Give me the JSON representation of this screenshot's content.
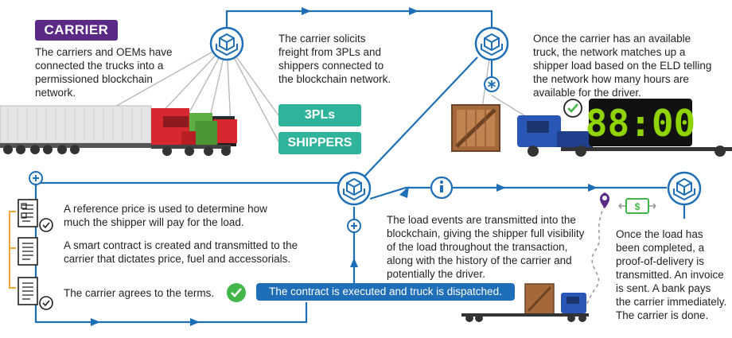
{
  "badges": {
    "carrier": "CARRIER",
    "threepls": "3PLs",
    "shippers": "SHIPPERS"
  },
  "texts": {
    "carriers_connected": "The carriers and OEMs have connected the trucks into a permissioned blockchain network.",
    "carrier_solicits": "The carrier solicits freight from 3PLs and shippers connected to the blockchain network.",
    "network_matches": "Once the carrier has an available truck, the network matches up a shipper load based on the ELD telling the network how many hours are available for the driver.",
    "reference_price": "A reference price is used to determine how much the shipper will pay for the load.",
    "smart_contract": "A smart contract is created and transmitted to the carrier that dictates price, fuel and accessorials.",
    "carrier_agrees": "The carrier agrees to the terms.",
    "contract_executed": "The contract is executed and truck is dispatched.",
    "load_events": "The load events are transmitted into the blockchain, giving the shipper full visibility of the load throughout the transaction, along with the history of the carrier and potentially the driver.",
    "completion": "Once the load has been completed, a proof-of-delivery is transmitted. An invoice is sent. A bank pays the carrier immediately. The carrier is done."
  },
  "eld_clock": "88:00",
  "money_symbol": "$",
  "colors": {
    "flow_blue": "#1e6fb7",
    "purple": "#5b2a86",
    "teal": "#2fb39b",
    "green_check": "#43b649",
    "orange_bracket": "#f2a33a",
    "clock_green": "#8fd400",
    "grey_lines": "#b9b9b9"
  },
  "icons": [
    "blockchain-node-icon",
    "plus-icon",
    "asterisk-icon",
    "info-icon",
    "check-icon",
    "document-icon",
    "crate-icon",
    "truck-icon",
    "location-pin-icon",
    "money-transfer-icon"
  ]
}
